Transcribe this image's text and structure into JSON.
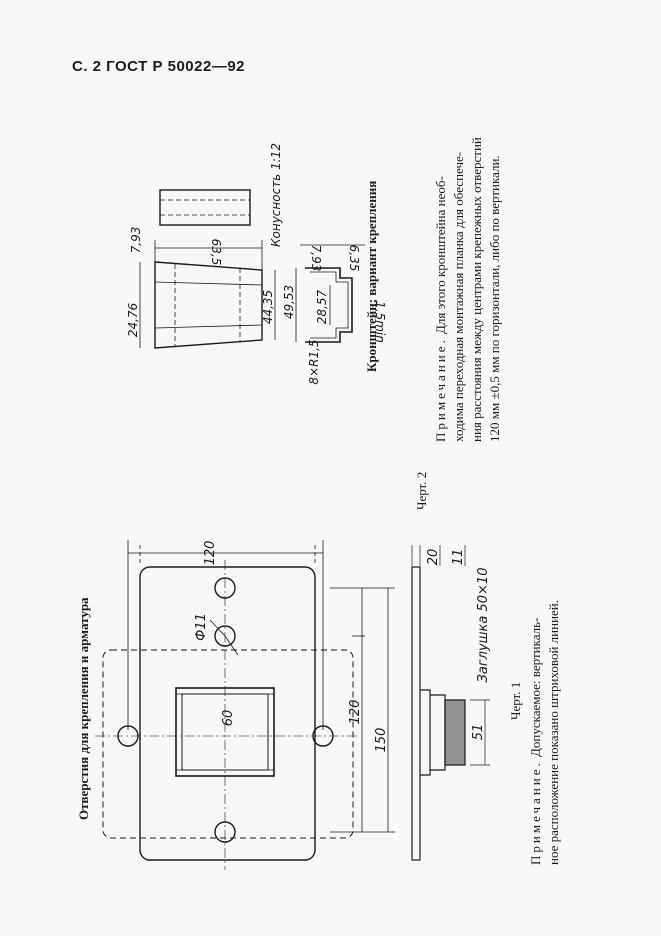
{
  "header": "С. 2 ГОСТ Р 50022—92",
  "fig1": {
    "title": "Отверстия для крепления и арматура",
    "caption": "Черт. 1",
    "note_lead": "Примечание.",
    "note_rest": " Допускаемое: вертикаль-",
    "note_line2": "ное расположение показано штриховой линией.",
    "dims": {
      "d120_top": "120",
      "d120_side": "120",
      "d150": "150",
      "d60": "60",
      "dia": "Ф11",
      "d20": "20",
      "d11": "11",
      "d51": "51",
      "plug": "Заглушка 50×10"
    }
  },
  "fig2": {
    "title": "Кронштейн; вариант крепления",
    "caption": "Черт. 2",
    "note_lead": "Примечание.",
    "note_l1": " Для этого кронштейна необ-",
    "note_l2": "ходима переходная монтажная планка для обеспече-",
    "note_l3": "ния расстояния между центрами крепежных отверстий",
    "note_l4": "120 мм ±0,5 мм по горизонтали, либо по вертикали.",
    "dims": {
      "taper": "Конусность 1:12",
      "d793": "7,93",
      "d635a": "63,5",
      "d2476": "24,76",
      "d4435": "44,35",
      "d793b": "7,93",
      "d635b": "6,35",
      "d4953": "49,53",
      "d2857": "28,57",
      "d15min": "1,5min",
      "d8x15": "8×R1,5"
    }
  }
}
